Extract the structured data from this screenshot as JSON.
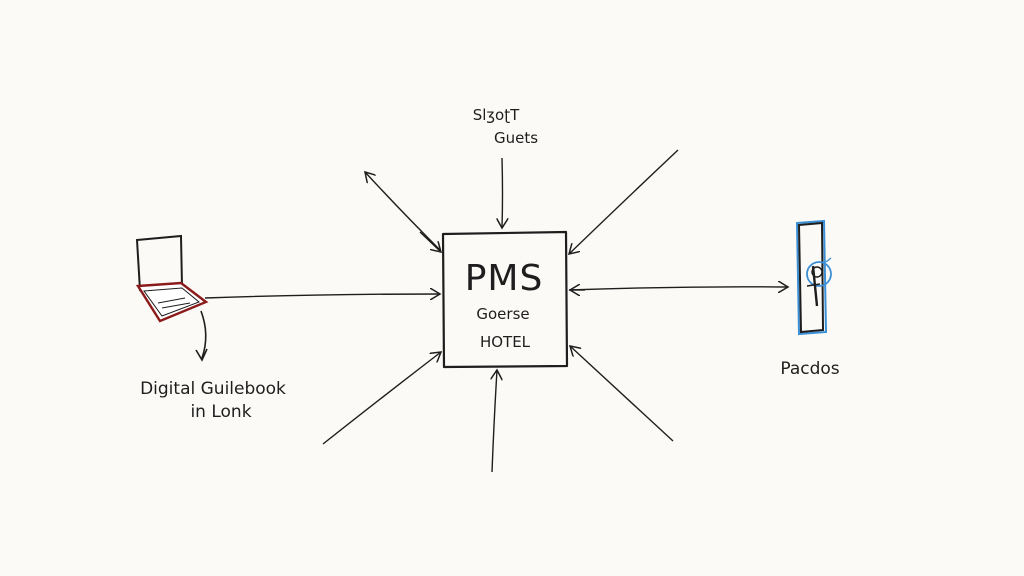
{
  "diagram": {
    "center": {
      "title": "PMS",
      "line1": "Goerse",
      "line2": "HOTEL"
    },
    "top": {
      "line1": "Sl⁠ʒoʈT",
      "line2": "Guets"
    },
    "left": {
      "line1": "Digital Guilebook",
      "line2": "in Lonk"
    },
    "right": {
      "label": "Pacdos"
    },
    "colors": {
      "ink": "#1e1e1e",
      "laptop_accent": "#8b1a1a",
      "lock_accent": "#3a8fd6"
    },
    "icons": {
      "left": "laptop-icon",
      "right": "door-lock-icon"
    }
  }
}
